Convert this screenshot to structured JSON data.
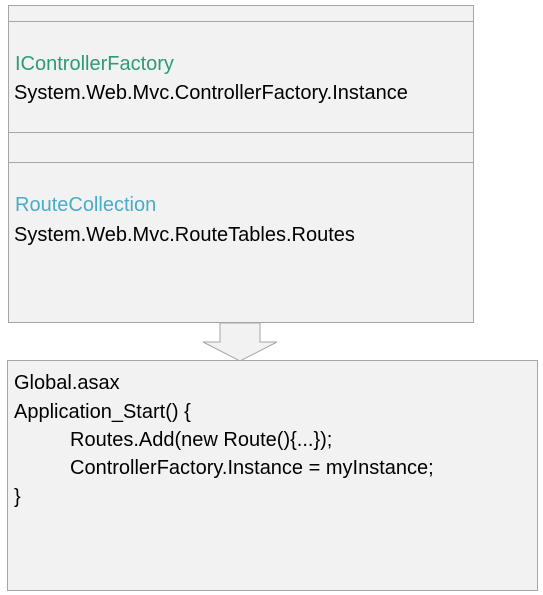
{
  "colors": {
    "panel_fill": "#f2f2f2",
    "panel_border": "#a6a6a6",
    "controller_factory_type": "#2e9b76",
    "route_collection_type": "#4bacc6",
    "text": "#000000"
  },
  "top_box": {
    "factory": {
      "type_name": "IControllerFactory",
      "instance_path": "System.Web.Mvc.ControllerFactory.Instance"
    },
    "routes": {
      "type_name": "RouteCollection",
      "instance_path": "System.Web.Mvc.RouteTables.Routes"
    }
  },
  "arrow": {
    "icon": "down-arrow-icon"
  },
  "global_box": {
    "file_name": "Global.asax",
    "method_open": "Application_Start() {",
    "line_routes": "Routes.Add(new Route(){...});",
    "line_factory": "ControllerFactory.Instance = myInstance;",
    "method_close": "}"
  }
}
